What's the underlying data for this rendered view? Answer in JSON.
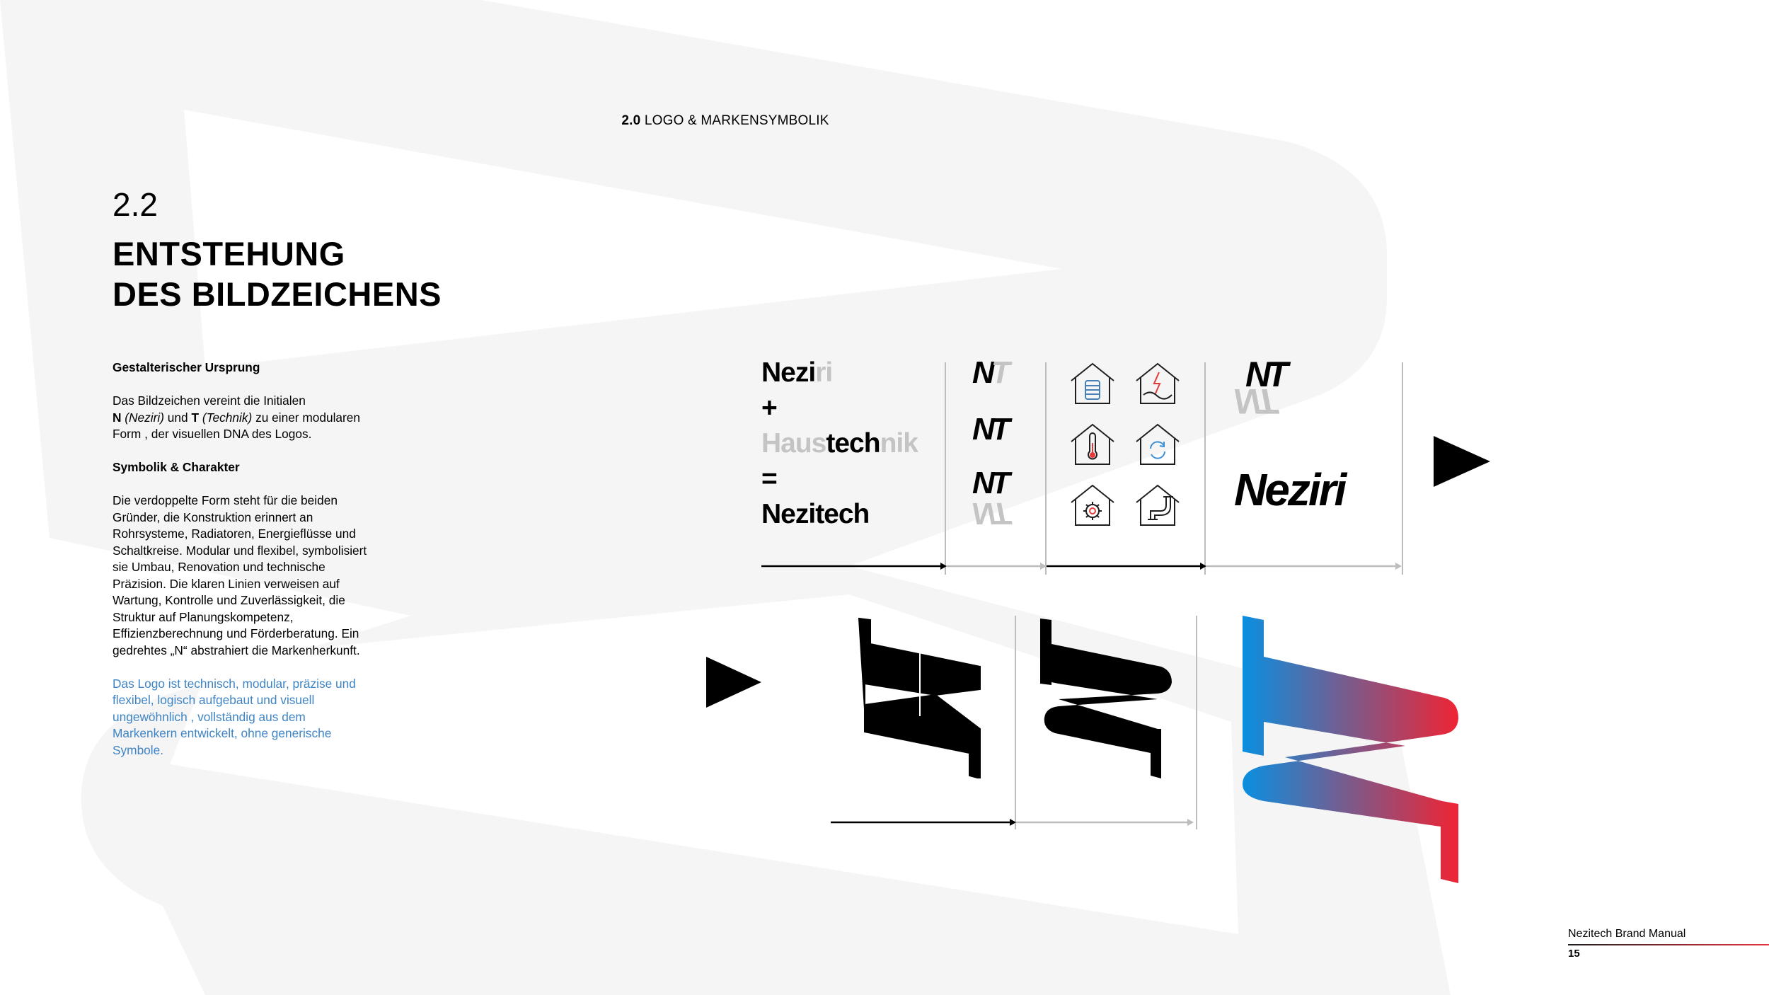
{
  "header": {
    "section_num": "2.0",
    "section_title": "LOGO & MARKENSYMBOLIK"
  },
  "section": {
    "number": "2.2",
    "title_line1": "ENTSTEHUNG",
    "title_line2": "DES BILDZEICHENS"
  },
  "body": {
    "h1": "Gestalterischer Ursprung",
    "p1_a": "Das Bildzeichen vereint die Initialen",
    "p1_n": "N",
    "p1_neziri": "(Neziri)",
    "p1_und": "und",
    "p1_t": "T",
    "p1_technik": "(Technik)",
    "p1_b": "zu einer modularen Form , der visuellen DNA des Logos.",
    "h2": "Symbolik & Charakter",
    "p2": "Die verdoppelte Form steht für die beiden Gründer, die Konstruktion erinnert an Rohrsysteme, Radiatoren, Energieflüsse und Schaltkreise. Modular und flexibel, symbolisiert sie Umbau, Renovation und technische Präzision. Die klaren Linien verweisen auf Wartung, Kontrolle und Zuverlässigkeit, die Struktur auf Planungskompetenz, Effizienzberechnung und Förderberatung. Ein gedrehtes „N“ abstrahiert die Markenherkunft.",
    "p3": "Das Logo ist technisch, modular, präzise und flexibel, logisch aufgebaut und visuell ungewöhnlich , vollständig aus dem Markenkern entwickelt, ohne generische Symbole."
  },
  "equation": {
    "neziri_dark": "Nezi",
    "neziri_light": "ri",
    "plus": "+",
    "haus_light": "Haus",
    "haus_dark": "tech",
    "haus_light2": "nik",
    "equals": "=",
    "result": "Nezitech"
  },
  "marks": {
    "nt1_n": "N",
    "nt1_t": "T",
    "nt2": "NT",
    "nt3": "NT",
    "nt3_mirror": "NT",
    "nt4": "NT",
    "nt4_mirror": "NT",
    "wordmark_n": "N",
    "wordmark_rest": "eziri"
  },
  "icons": [
    "radiator-house-icon",
    "electric-house-icon",
    "thermometer-house-icon",
    "refresh-house-icon",
    "gear-house-icon",
    "pipe-house-icon"
  ],
  "colors": {
    "accent_blue": "#3f84c4",
    "gradient_blue": "#0a8fe0",
    "gradient_red": "#ef2434",
    "light_grey": "#c4c4c4",
    "bg_shape": "#f5f5f5"
  },
  "footer": {
    "brand": "Nezitech Brand Manual",
    "page": "15"
  }
}
